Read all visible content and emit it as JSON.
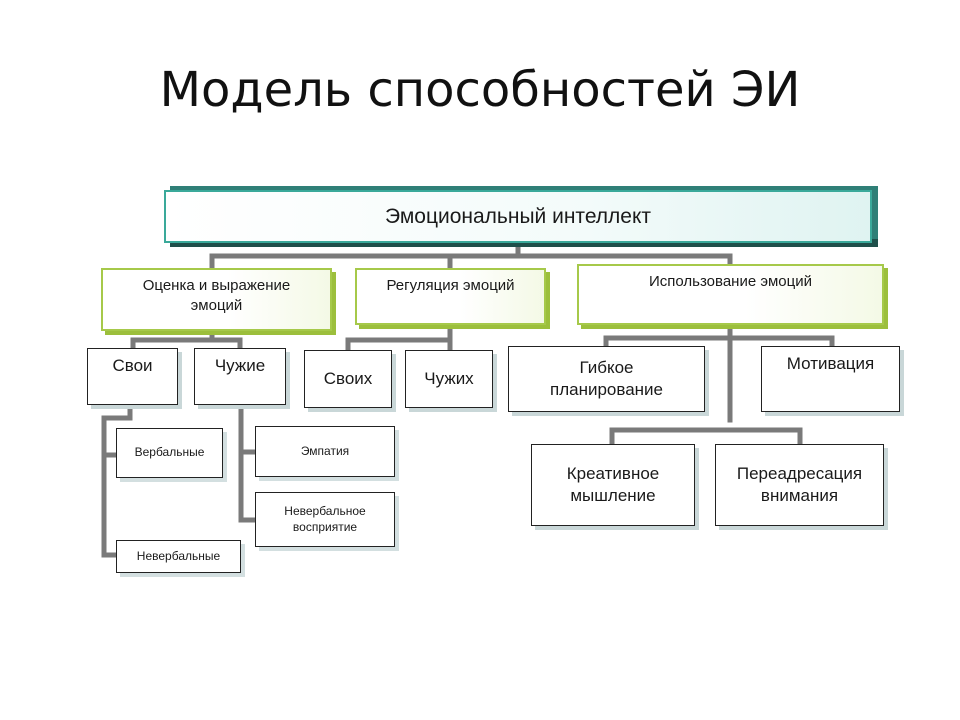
{
  "title": "Модель способностей ЭИ",
  "root": "Эмоциональный интеллект",
  "branches": {
    "assessment": "Оценка и выражение эмоций",
    "regulation": "Регуляция эмоций",
    "use": "Использование эмоций"
  },
  "assessment_children": {
    "own": "Свои",
    "others": "Чужие",
    "verbal": "Вербальные",
    "nonverbal": "Невербальные",
    "empathy": "Эмпатия",
    "nonverbal_perception": "Невербальное восприятие"
  },
  "regulation_children": {
    "own": "Своих",
    "others": "Чужих"
  },
  "use_children": {
    "flexible_planning": "Гибкое планирование",
    "motivation": "Мотивация",
    "creative_thinking": "Креативное мышление",
    "attention_redirection": "Переадресация внимания"
  },
  "colors": {
    "root_border": "#3aa99a",
    "branch_border": "#a6c94a",
    "connector": "#7a7a7a"
  }
}
